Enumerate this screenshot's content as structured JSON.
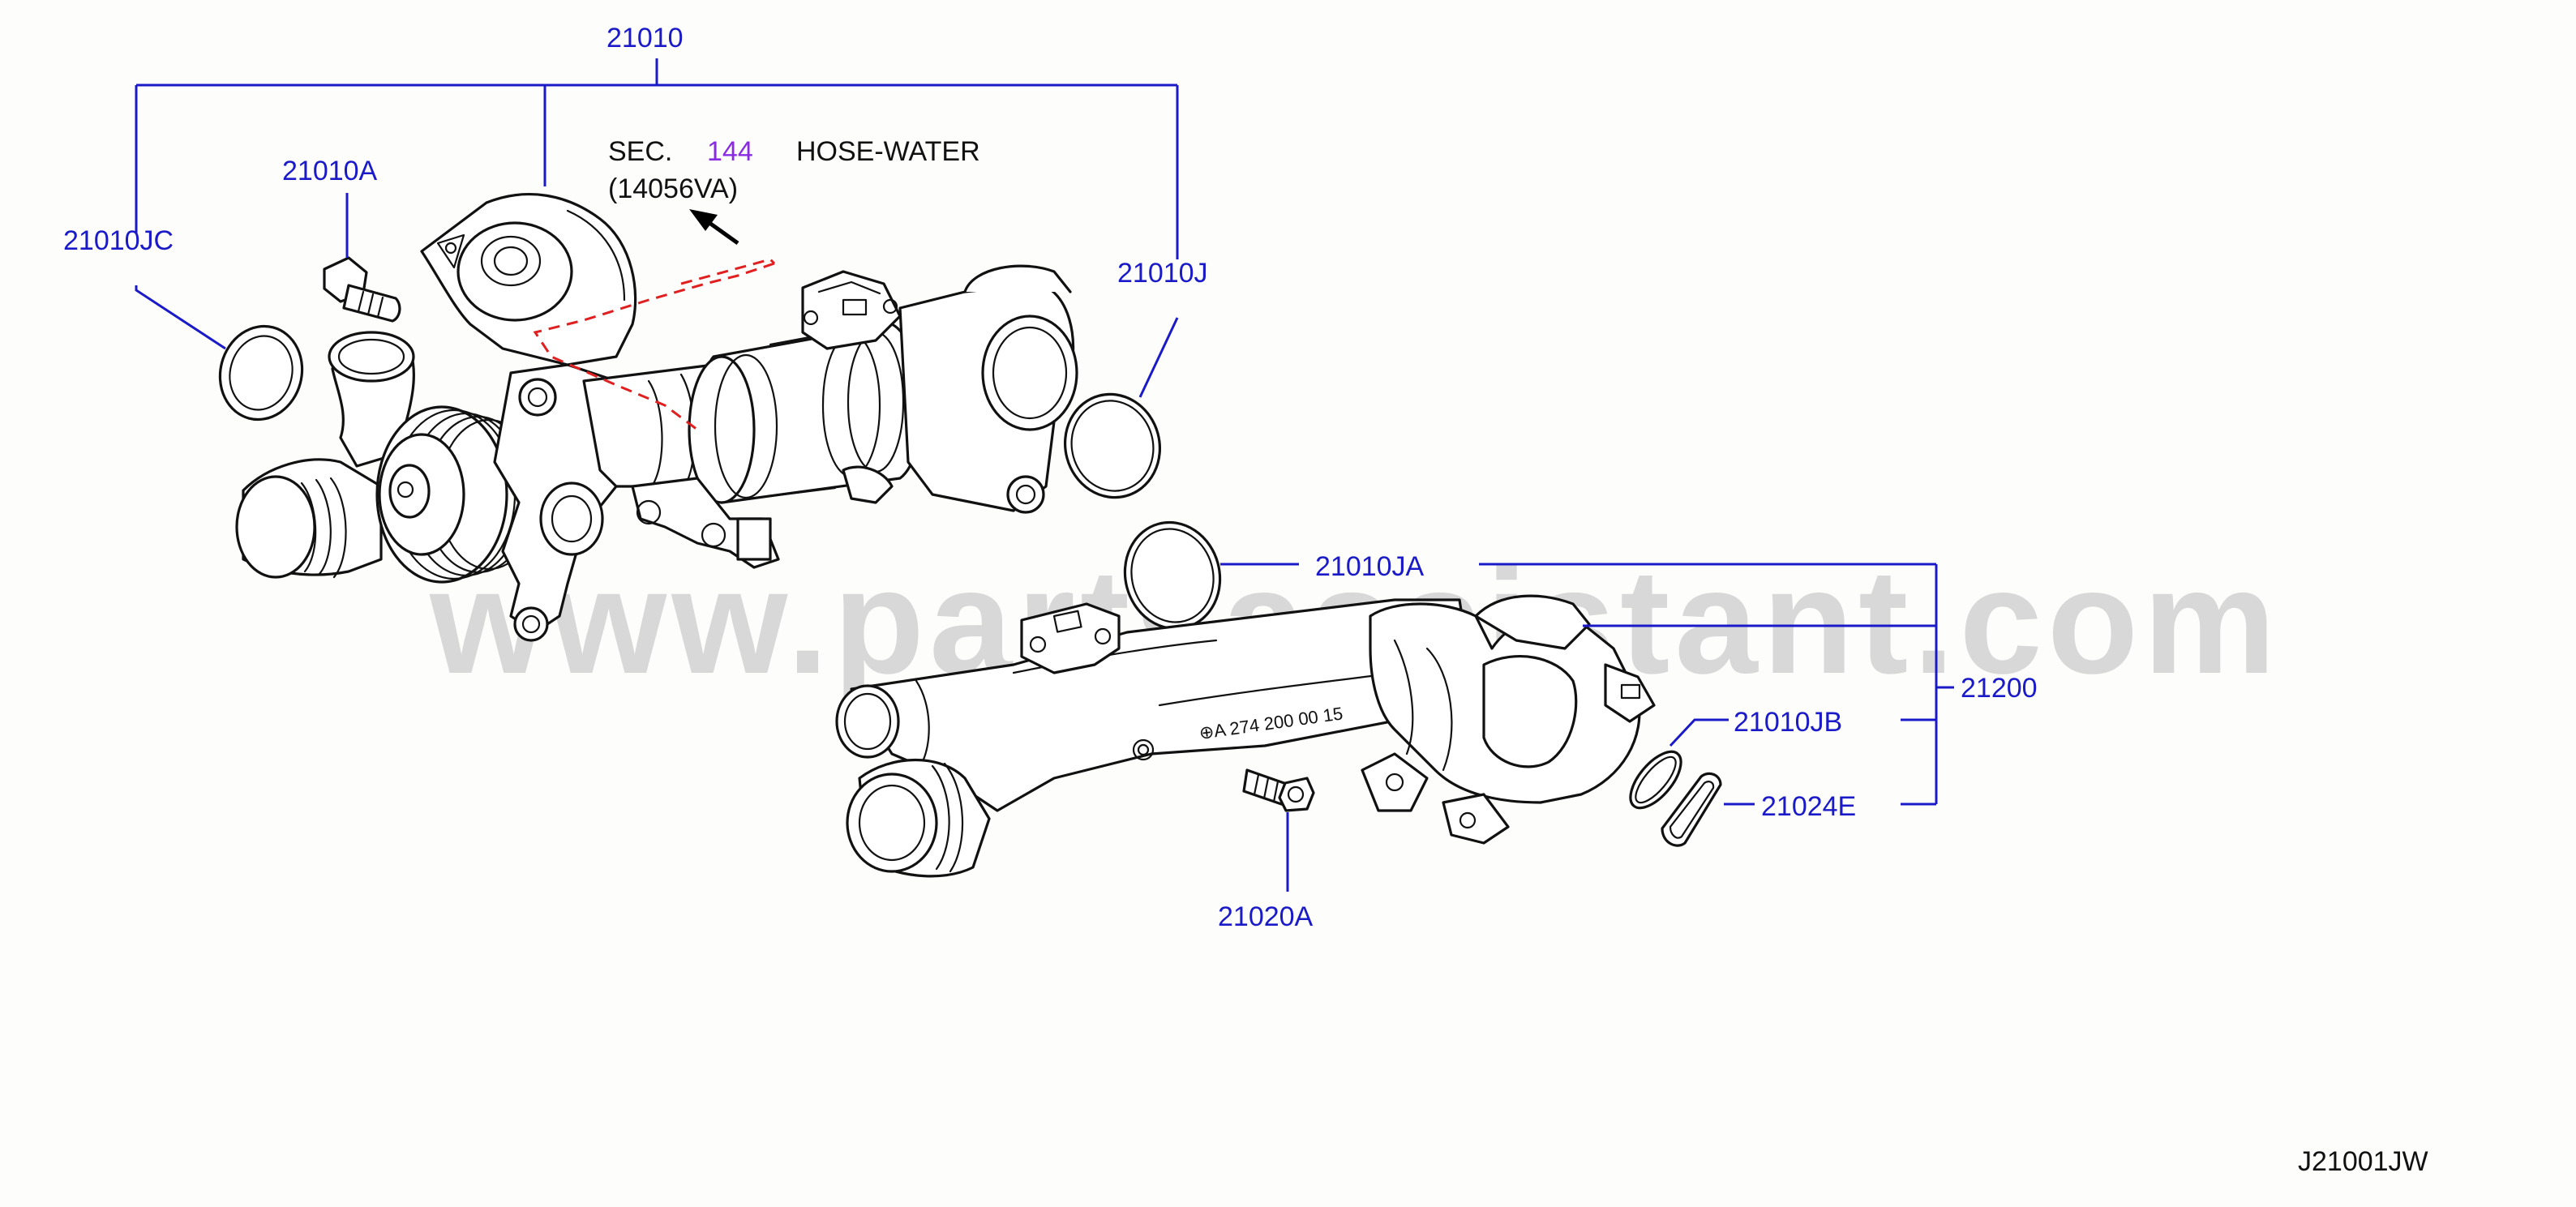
{
  "diagram_id": "J21001JW",
  "watermark": "www.partsassistant.com",
  "section_reference": {
    "prefix": "SEC.",
    "number": "144",
    "name": "HOSE-WATER",
    "part_code": "(14056VA)"
  },
  "callouts": {
    "c21010": "21010",
    "c21010A": "21010A",
    "c21010JC": "21010JC",
    "c21010J": "21010J",
    "c21010JA": "21010JA",
    "c21200": "21200",
    "c21010JB": "21010JB",
    "c21024E": "21024E",
    "c21020A": "21020A"
  },
  "colors": {
    "callout": "#1a1ac8",
    "leader": "#1a1ac8",
    "section_number": "#8a2be2",
    "reference_line": "#e02020",
    "line_art": "#111111",
    "watermark": "#d8d8d8",
    "background": "#fdfdfc"
  }
}
